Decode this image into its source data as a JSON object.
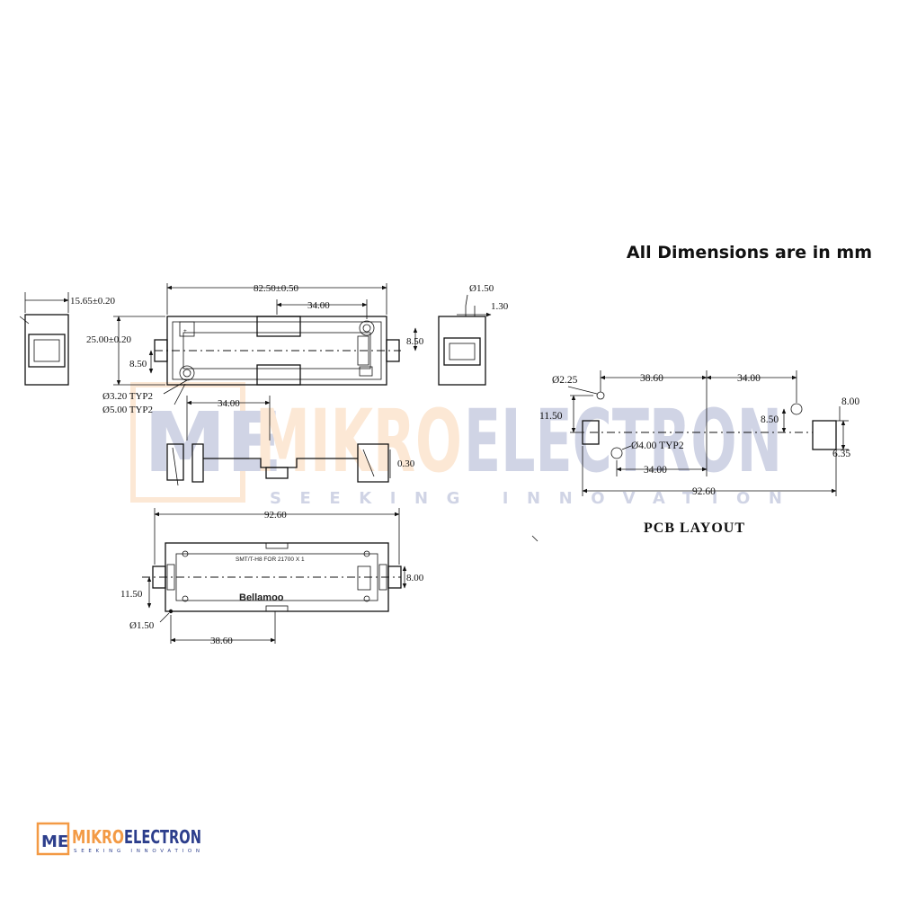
{
  "heading": "All Dimensions are in mm",
  "watermark": {
    "mark": "ME",
    "brand_part1": "MIKRO",
    "brand_part2": "ELECTRON",
    "tagline": "SEEKING INNOVATION",
    "colors": {
      "orange": "#F39A45",
      "navy": "#2C3E8C"
    }
  },
  "logo": {
    "mark": "ME",
    "brand_part1": "MIKRO",
    "brand_part2": "ELECTRON",
    "tagline": "SEEKING INNOVATION"
  },
  "top_view": {
    "length": "82.50±0.50",
    "pin_spacing": "34.00",
    "width": "25.00±0.20",
    "offset_left": "8.50",
    "offset_right": "8.50",
    "hole_small": "Ø3.20 TYP2",
    "hole_large": "Ø5.00 TYP2"
  },
  "side_view_left": {
    "height": "15.65±0.20"
  },
  "side_view_right": {
    "pin_diameter": "Ø1.50",
    "pin_offset": "1.30"
  },
  "front_view": {
    "pin_spacing": "34.00",
    "clearance": "0.30"
  },
  "bottom_view": {
    "overall_length": "92.60",
    "offset": "11.50",
    "pin_height": "8.00",
    "pin_diameter": "Ø1.50",
    "pin_distance": "38.60",
    "label_line1": "SMT/T-H8 FOR 21700 X 1",
    "label_line2": "Bellamoo"
  },
  "pcb_layout": {
    "title": "PCB LAYOUT",
    "hole_small": "Ø2.25",
    "dist_a": "38.60",
    "dist_b": "34.00",
    "pad_height": "8.00",
    "offset_left": "11.50",
    "offset_mid": "8.50",
    "hole_large": "Ø4.00 TYP2",
    "pad_width": "6.35",
    "dist_c": "34.00",
    "overall": "92.60"
  }
}
